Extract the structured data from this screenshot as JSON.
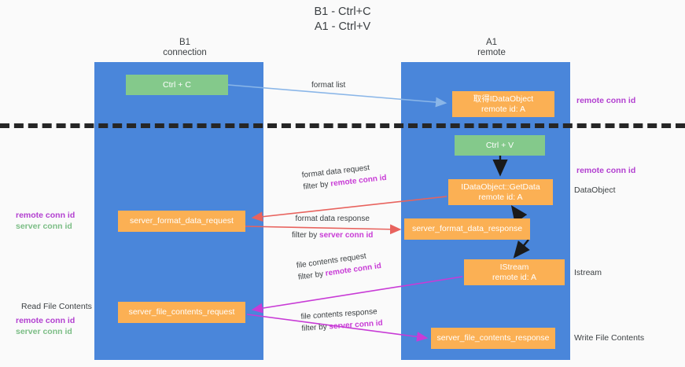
{
  "title": "B1 - Ctrl+C\nA1 - Ctrl+V",
  "columns": {
    "left": {
      "name": "B1",
      "role": "connection",
      "label": "B1\nconnection"
    },
    "right": {
      "name": "A1",
      "role": "remote",
      "label": "A1\nremote"
    }
  },
  "colors": {
    "lane": "#4a86da",
    "node_green": "#84c98b",
    "node_orange": "#fbb054",
    "accent_purple": "#b23fd0",
    "accent_green": "#7bbd85",
    "arrow_blue": "#8ab6e8",
    "arrow_red": "#e8635e",
    "arrow_magenta": "#c83bd6",
    "arrow_black": "#1a1a1a",
    "divider": "#262626",
    "background": "#fafafa",
    "text": "#3c4043"
  },
  "nodes": [
    {
      "id": "ctrl-c",
      "label": "Ctrl + C",
      "color": "green",
      "lane": "left"
    },
    {
      "id": "get-idataobject",
      "label": "取得IDataObject\nremote id: A",
      "color": "orange",
      "lane": "right"
    },
    {
      "id": "ctrl-v",
      "label": "Ctrl + V",
      "color": "green",
      "lane": "right"
    },
    {
      "id": "idataobject-getdata",
      "label": "IDataObject::GetData\nremote id: A",
      "color": "orange",
      "lane": "right"
    },
    {
      "id": "server-format-data-request",
      "label": "server_format_data_request",
      "color": "orange",
      "lane": "left"
    },
    {
      "id": "server-format-data-response",
      "label": "server_format_data_response",
      "color": "orange",
      "lane": "right"
    },
    {
      "id": "istream",
      "label": "IStream\nremote id: A",
      "color": "orange",
      "lane": "right"
    },
    {
      "id": "server-file-contents-request",
      "label": "server_file_contents_request",
      "color": "orange",
      "lane": "left"
    },
    {
      "id": "server-file-contents-response",
      "label": "server_file_contents_response",
      "color": "orange",
      "lane": "right"
    }
  ],
  "arrow_labels": {
    "format_list": "format list",
    "format_data_request": {
      "line1": "format data request",
      "line2_prefix": "filter by ",
      "line2_key": "remote conn id"
    },
    "format_data_response": {
      "line1": "format data response",
      "line2_prefix": "filter by ",
      "line2_key": "server conn id"
    },
    "file_contents_request": {
      "line1": "file contents request",
      "line2_prefix": "filter by ",
      "line2_key": "remote conn id"
    },
    "file_contents_response": {
      "line1": "file contents response",
      "line2_prefix": "filter by ",
      "line2_key": "server conn id"
    }
  },
  "side_labels": {
    "remote_conn_id_top": "remote conn id",
    "remote_conn_id_mid": "remote conn id",
    "dataobject": "DataObject",
    "istream": "Istream",
    "write_file_contents": "Write File Contents",
    "read_file_contents": "Read File Contents",
    "left_remote_conn_id_1": "remote conn id",
    "left_server_conn_id_1": "server conn id",
    "left_remote_conn_id_2": "remote conn id",
    "left_server_conn_id_2": "server conn id"
  }
}
